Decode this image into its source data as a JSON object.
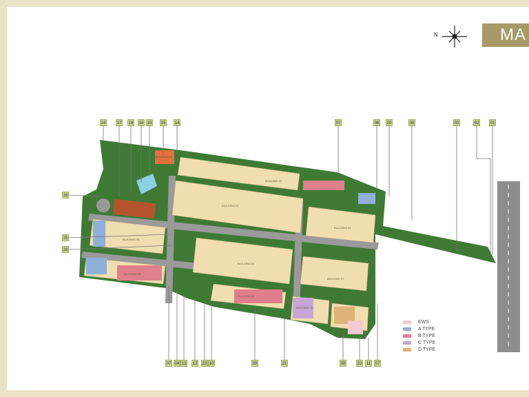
{
  "title": "MA",
  "compass": {
    "label": "N",
    "icon": "compass-rose-icon"
  },
  "legend": [
    {
      "label": "EWS",
      "color": "#f4c9cf"
    },
    {
      "label": "A TYPE",
      "color": "#8fb0d8"
    },
    {
      "label": "B TYPE",
      "color": "#e07f8c"
    },
    {
      "label": "C TYPE",
      "color": "#c8a6d8"
    },
    {
      "label": "D TYPE",
      "color": "#dfb27a"
    }
  ],
  "callouts_top": [
    "24",
    "17",
    "18",
    "16",
    "19",
    "15",
    "14",
    "07",
    "06",
    "20",
    "05",
    "03",
    "02",
    "01"
  ],
  "callouts_bottom": [
    "07",
    "04",
    "13",
    "12",
    "23",
    "10",
    "09",
    "21",
    "08",
    "22",
    "11",
    "07"
  ],
  "callouts_left": [
    "16",
    "25",
    "26"
  ],
  "buildings": [
    "BUILDING 01",
    "BUILDING 02",
    "BUILDING 03",
    "BUILDING 04",
    "BUILDING 05",
    "BUILDING 06",
    "BUILDING 07",
    "BUILDING 08",
    "BUILDING 09",
    "BUILDING 10"
  ],
  "colors": {
    "frame": "#e8e2c6",
    "title_bg": "#a79a67",
    "greenery": "#3f7a35",
    "road": "#8a8a8a",
    "tag": "#c9d28c"
  }
}
